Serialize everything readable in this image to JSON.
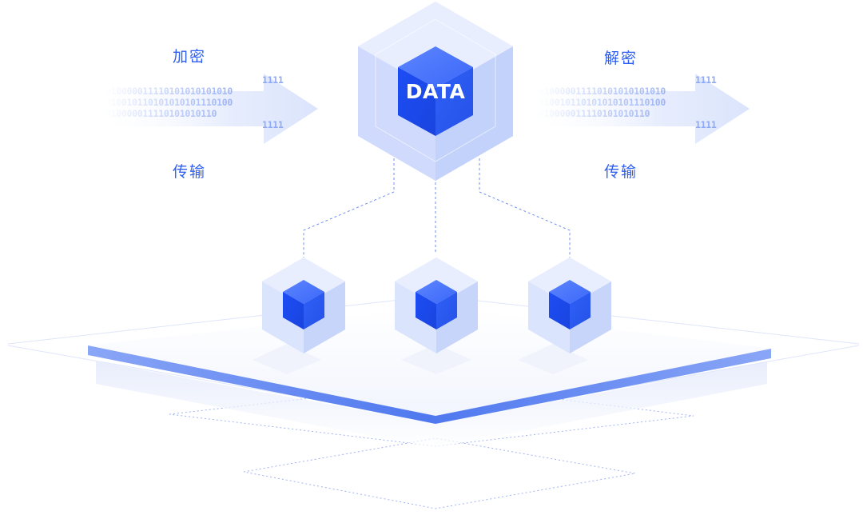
{
  "labels": {
    "encrypt": "加密",
    "transfer_left": "传输",
    "decrypt": "解密",
    "transfer_right": "传输"
  },
  "center_node": {
    "label": "DATA"
  },
  "child_nodes": [
    {
      "id": "node-left"
    },
    {
      "id": "node-middle"
    },
    {
      "id": "node-right"
    }
  ],
  "binary_streams": {
    "left": [
      "1111",
      "010000011110101010101010",
      "010010110101010101110100",
      "010000011110101010110",
      "1111"
    ],
    "right": [
      "1111",
      "010000011110101010101010",
      "010010110101010101110100",
      "010000011110101010110",
      "1111"
    ]
  },
  "colors": {
    "accent": "#2f5ff0",
    "cube_core": "#1e50f5",
    "hex_shell": "#cfdbfd",
    "platform_edge": "#6e8ff3",
    "connector": "#6f8ff0"
  }
}
